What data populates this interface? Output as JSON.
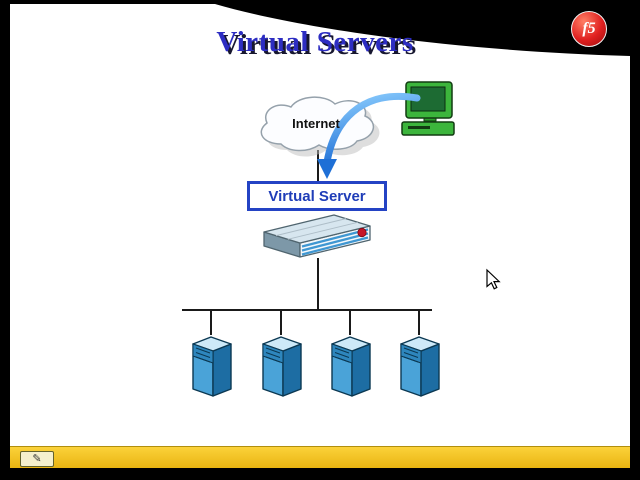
{
  "slide": {
    "title": "Virtual Servers"
  },
  "logo": {
    "text": "f5"
  },
  "diagram": {
    "internet_label": "Internet",
    "virtual_server_label": "Virtual Server",
    "server_count": 4
  },
  "toolbar": {
    "pen_glyph": "✎"
  },
  "colors": {
    "title_blue": "#2d2dc2",
    "box_border_blue": "#2443c4",
    "arrow_blue": "#1e6fd6",
    "server_front_blue": "#4aa3d8",
    "server_side_blue": "#1d6da3",
    "toolbar_yellow": "#f0c01a",
    "logo_red": "#e02020",
    "client_green": "#3cb53c",
    "swoosh_black": "#000000"
  }
}
